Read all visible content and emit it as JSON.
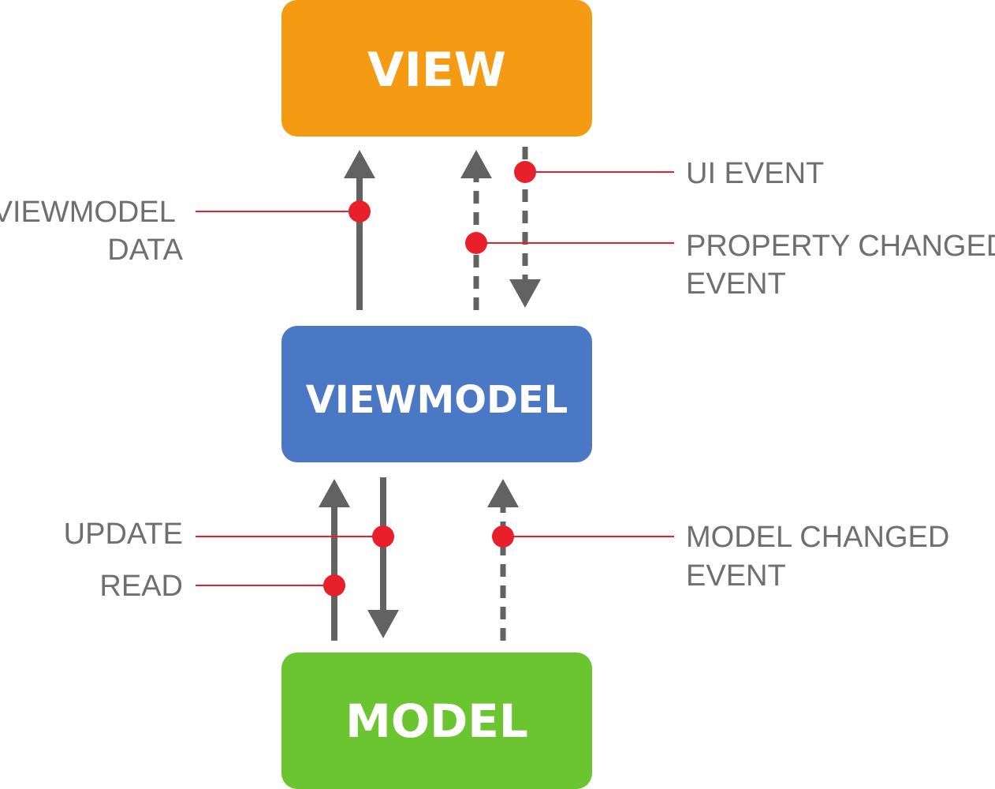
{
  "boxes": {
    "view": {
      "label": "VIEW",
      "color": "#f59b13"
    },
    "viewmodel": {
      "label": "VIEWMODEL",
      "color": "#4a78c4"
    },
    "model": {
      "label": "MODEL",
      "color": "#6ac530"
    }
  },
  "annotations": {
    "viewmodel_data": [
      "VIEWMODEL",
      "DATA"
    ],
    "ui_event": [
      "UI EVENT"
    ],
    "property_changed": [
      "PROPERTY CHANGED",
      "EVENT"
    ],
    "update": [
      "UPDATE"
    ],
    "read": [
      "READ"
    ],
    "model_changed": [
      "MODEL CHANGED",
      "EVENT"
    ]
  },
  "colors": {
    "arrow": "#626262",
    "marker": "#e8202b",
    "annotation_text": "#6f6f6f",
    "box_text": "#ffffff"
  }
}
